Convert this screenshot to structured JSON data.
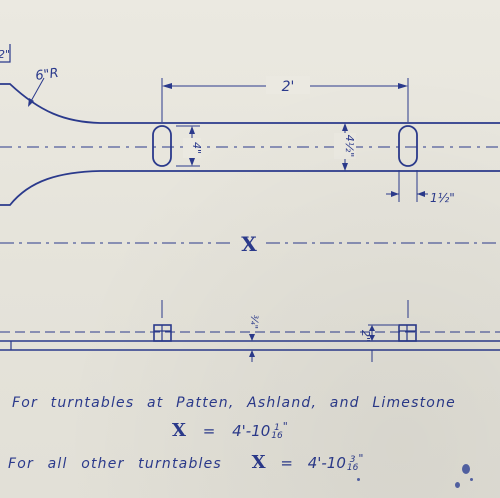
{
  "dimensions": {
    "radius": "6\"R",
    "spacing": "2'",
    "slot_length": "4\"",
    "bar_width": "4½\"",
    "slot_width": "1½\"",
    "block_height": "¾\"",
    "gap": "2\"",
    "left_cut": "2\""
  },
  "section_label": "X",
  "notes": {
    "line1": "For turntables at Patten, Ashland, and Limestone",
    "eq1": {
      "var": "X",
      "eq": "=",
      "whole": "4'-10",
      "num": "1",
      "den": "16",
      "unit": "\""
    },
    "line3_prefix": "For all other turntables",
    "eq2": {
      "var": "X",
      "eq": "=",
      "whole": "4'-10",
      "num": "3",
      "den": "16",
      "unit": "\""
    }
  },
  "colors": {
    "ink": "#2b3a8c",
    "paper": "#e6e4db"
  }
}
